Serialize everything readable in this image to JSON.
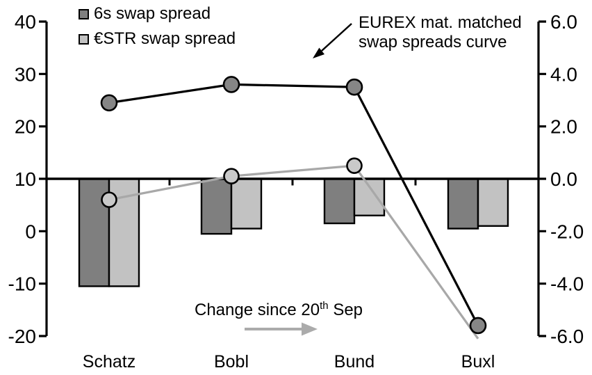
{
  "chart_data": {
    "type": "combo",
    "title": "",
    "categories": [
      "Schatz",
      "Bobl",
      "Bund",
      "Buxl"
    ],
    "left_axis": {
      "side": "left",
      "min": -20,
      "max": 40,
      "tick_step": 10,
      "ticks": [
        "40",
        "30",
        "20",
        "10",
        "0",
        "-10",
        "-20"
      ]
    },
    "right_axis": {
      "side": "right",
      "min": -6.0,
      "max": 6.0,
      "tick_step": 2.0,
      "ticks": [
        "6.0",
        "4.0",
        "2.0",
        "0.0",
        "-2.0",
        "-4.0",
        "-6.0"
      ]
    },
    "grid": false,
    "legend_position": "top-left-inside",
    "bar_series": [
      {
        "name": "6s swap spread",
        "axis": "right",
        "color": "#7f7f7f",
        "values": [
          -4.1,
          -2.1,
          -1.7,
          -1.9
        ]
      },
      {
        "name": "€STR swap spread",
        "axis": "right",
        "color": "#c2c2c2",
        "values": [
          -4.1,
          -1.9,
          -1.4,
          -1.8
        ]
      }
    ],
    "line_series": [
      {
        "name": "€STR swap spread curve",
        "axis": "left",
        "color": "#a8a8a8",
        "marker_fill": "#c9c9c9",
        "values": [
          6,
          10.5,
          12.5,
          -20.5
        ],
        "markers": [
          true,
          true,
          true,
          false
        ]
      },
      {
        "name": "6s swap spread curve (EUREX mat. matched)",
        "axis": "left",
        "color": "#000000",
        "marker_fill": "#868686",
        "values": [
          24.5,
          28,
          27.5,
          -18
        ],
        "markers": [
          true,
          true,
          true,
          true
        ]
      }
    ],
    "annotations": [
      {
        "text": "EUREX mat. matched swap spreads curve",
        "points_to": "black line curve"
      },
      {
        "text": "Change since 20th Sep",
        "points_to": "bars"
      }
    ]
  },
  "legend": {
    "items": [
      {
        "label": "6s swap spread",
        "color": "#7f7f7f"
      },
      {
        "label": "€STR swap spread",
        "color": "#c2c2c2"
      }
    ]
  },
  "annotation": {
    "line1": "EUREX mat. matched",
    "line2": "swap spreads curve"
  },
  "change_note": {
    "prefix": "Change since 20",
    "sup": "th",
    "suffix": " Sep"
  },
  "colors": {
    "bar_dark": "#7f7f7f",
    "bar_light": "#c2c2c2",
    "line_black": "#000000",
    "line_gray": "#a8a8a8",
    "arrow_gray": "#ababab",
    "axis": "#000000"
  }
}
